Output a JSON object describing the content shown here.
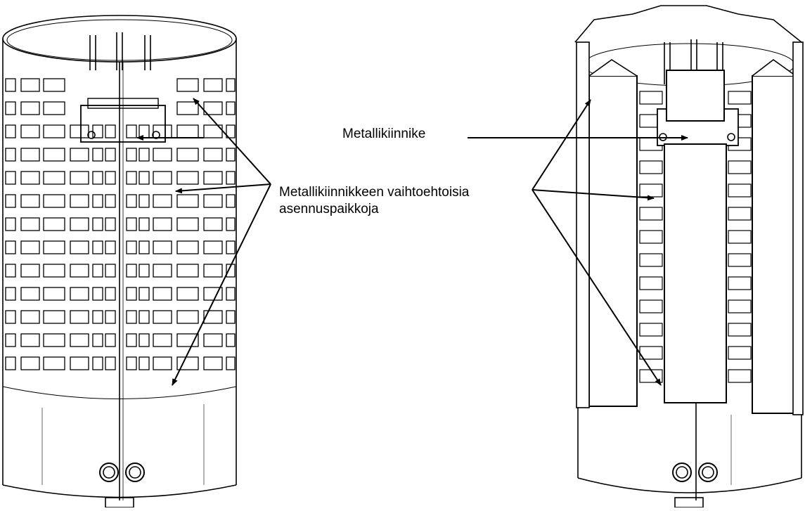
{
  "labels": {
    "bracket": "Metallikiinnike",
    "alt_line1": "Metallikiinnikkeen vaihtoehtoisia",
    "alt_line2": "asennuspaikkoja"
  },
  "colors": {
    "line": "#000000",
    "background": "#ffffff"
  }
}
